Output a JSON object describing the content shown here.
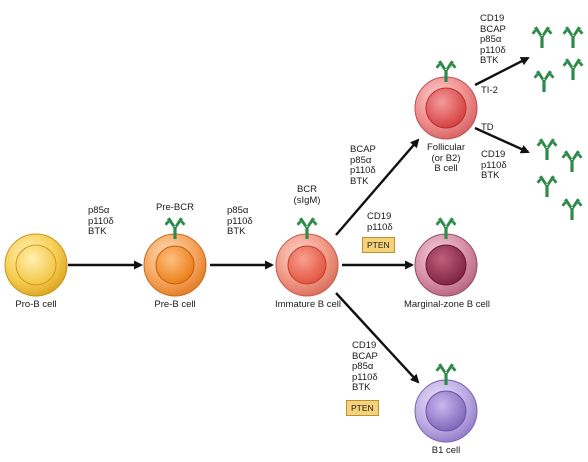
{
  "cells": {
    "pro_b": "Pro-B cell",
    "pre_b": "Pre-B cell",
    "immature_b": "Immature B cell",
    "follicular_b": "Follicular\n(or B2)\nB cell",
    "marginal_zone_b": "Marginal-zone B cell",
    "b1": "B1 cell"
  },
  "receptors": {
    "pre_bcr": "Pre-BCR",
    "bcr": "BCR\n(sIgM)"
  },
  "factors": {
    "pro_to_pre": "p85α\np110δ\nBTK",
    "pre_to_immature": "p85α\np110δ\nBTK",
    "to_follicular": "BCAP\np85α\np110δ\nBTK",
    "to_marginal": "CD19\np110δ",
    "to_b1": "CD19\nBCAP\np85α\np110δ\nBTK",
    "ti2": "CD19\nBCAP\np85α\np110δ\nBTK",
    "td": "CD19\np110δ\nBTK"
  },
  "responses": {
    "ti2": "TI-2",
    "td": "TD"
  },
  "inhibitors": {
    "marginal": "PTEN",
    "b1": "PTEN"
  },
  "colors": {
    "pro_b": "#f5c842",
    "pre_b": "#f08a24",
    "immature_b": "#e86a55",
    "follicular_b": "#e15c5c",
    "marginal_zone_b": "#a33a58",
    "b1": "#8f76c4",
    "antibody": "#2e8a4a",
    "pten_box": "#f6d27a"
  }
}
